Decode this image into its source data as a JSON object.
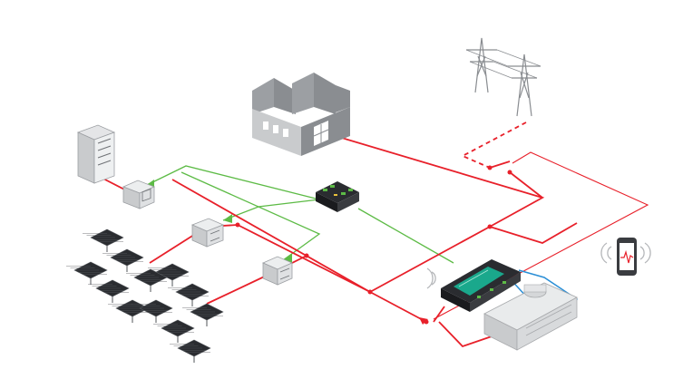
{
  "diagram": {
    "type": "hybrid-power-system-schematic",
    "colors": {
      "power_line": "#e8202a",
      "signal_line": "#5dbb46",
      "coolant_line": "#2b8fd6",
      "building_dark": "#8a8d91",
      "building_light": "#c9cbcd",
      "panel_dark": "#2a2c30",
      "controller_screen": "#1aa88c",
      "device_gray": "#d5d7d9"
    },
    "components": [
      {
        "id": "factory",
        "icon": "factory-building-icon"
      },
      {
        "id": "utility_grid",
        "icon": "transmission-tower-icon"
      },
      {
        "id": "server_cabinet",
        "icon": "electrical-cabinet-icon"
      },
      {
        "id": "inverter_1",
        "icon": "pv-inverter-icon"
      },
      {
        "id": "inverter_2",
        "icon": "pv-inverter-icon"
      },
      {
        "id": "inverter_3",
        "icon": "pv-inverter-icon"
      },
      {
        "id": "io_module",
        "icon": "io-controller-module-icon"
      },
      {
        "id": "genset_controller",
        "icon": "controller-display-icon"
      },
      {
        "id": "generator",
        "icon": "diesel-generator-icon"
      },
      {
        "id": "mobile_device",
        "icon": "smartphone-monitoring-icon"
      },
      {
        "id": "solar_array",
        "icon": "solar-panel-array-icon"
      }
    ],
    "breakers": [
      {
        "id": "grid_breaker",
        "state": "open"
      },
      {
        "id": "genset_breaker",
        "state": "open"
      }
    ]
  }
}
